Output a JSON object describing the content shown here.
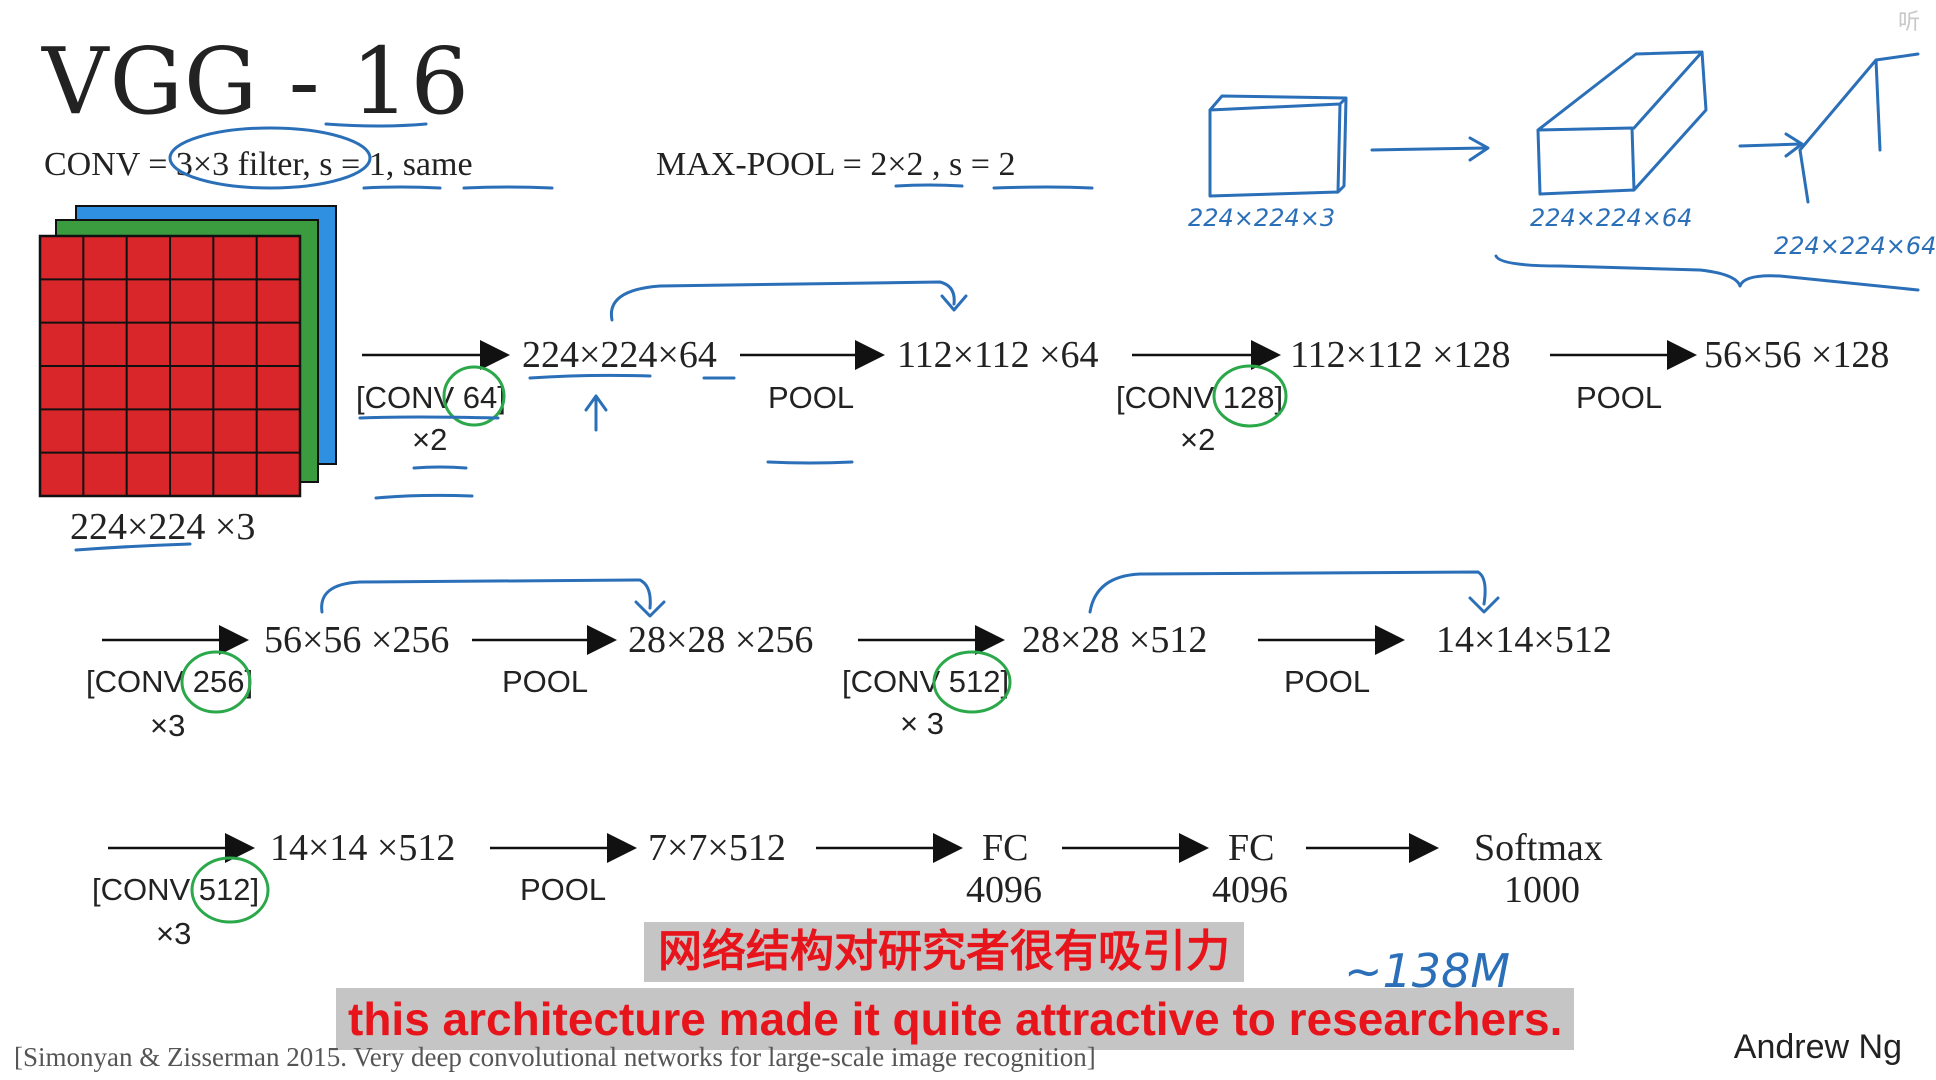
{
  "title": "VGG - 16",
  "definitions": {
    "conv": "CONV = 3×3 filter, s = 1, same",
    "maxpool": "MAX-POOL = 2×2 , s = 2"
  },
  "input": {
    "label": "224×224 ×3"
  },
  "row1": {
    "conv1": {
      "label": "[CONV 64]",
      "mult": "×2"
    },
    "out1": "224×224×64",
    "pool1": "POOL",
    "out2": "112×112 ×64",
    "conv2": {
      "label": "[CONV 128]",
      "mult": "×2"
    },
    "out3": "112×112 ×128",
    "pool2": "POOL",
    "out4": "56×56 ×128"
  },
  "row2": {
    "conv3": {
      "label": "[CONV 256]",
      "mult": "×3"
    },
    "out5": "56×56 ×256",
    "pool3": "POOL",
    "out6": "28×28 ×256",
    "conv4": {
      "label": "[CONV 512]",
      "mult": "× 3"
    },
    "out7": "28×28 ×512",
    "pool4": "POOL",
    "out8": "14×14×512"
  },
  "row3": {
    "conv5": {
      "label": "[CONV 512]",
      "mult": "×3"
    },
    "out9": "14×14 ×512",
    "pool5": "POOL",
    "out10": "7×7×512",
    "fc1": {
      "name": "FC",
      "size": "4096"
    },
    "fc2": {
      "name": "FC",
      "size": "4096"
    },
    "softmax": {
      "name": "Softmax",
      "size": "1000"
    }
  },
  "handwritten": {
    "vol1": "224×224×3",
    "vol2": "224×224×64",
    "vol3": "224×224×64",
    "params": "~138M"
  },
  "subtitles": {
    "zh": "网络结构对研究者很有吸引力",
    "en": "this architecture made it quite attractive to researchers."
  },
  "citation": "[Simonyan & Zisserman 2015. Very deep convolutional networks for large-scale image recognition]",
  "author": "Andrew Ng",
  "watermark": "听",
  "colors": {
    "ink_blue": "#2a6fb8",
    "ink_green": "#2aa84a",
    "grid_red": "#d9262b",
    "grid_green": "#3a9c3f",
    "grid_blue": "#2f8fe0",
    "subtitle_red": "#e8141b"
  }
}
